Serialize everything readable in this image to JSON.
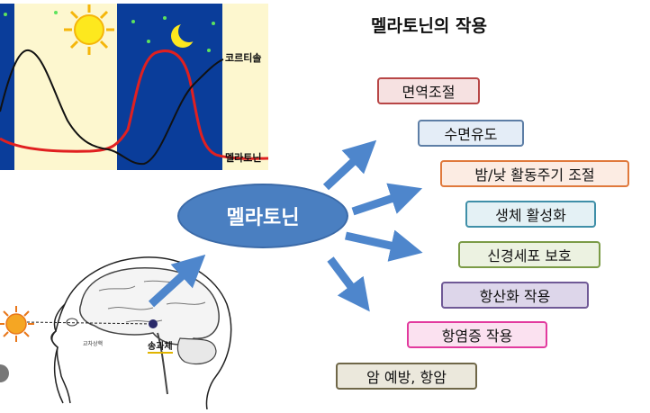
{
  "title": "멜라토닌의 작용",
  "center_label": "멜라토닌",
  "chart": {
    "cortisol_label": "코르티솔",
    "melatonin_label": "멜라토닌",
    "day_color": "#fdf7cf",
    "night_color": "#0a3d9a",
    "cortisol_color": "#111111",
    "melatonin_color": "#e02020"
  },
  "brain": {
    "pineal_label": "송과체",
    "small_label": "교차상핵"
  },
  "effects": [
    "면역조절",
    "수면유도",
    "밤/낮 활동주기 조절",
    "생체 활성화",
    "신경세포 보호",
    "항산화 작용",
    "항염증 작용",
    "암 예방, 항암"
  ],
  "colors": {
    "arrow": "#4e86cc",
    "ellipse": "#4a7fc1"
  }
}
